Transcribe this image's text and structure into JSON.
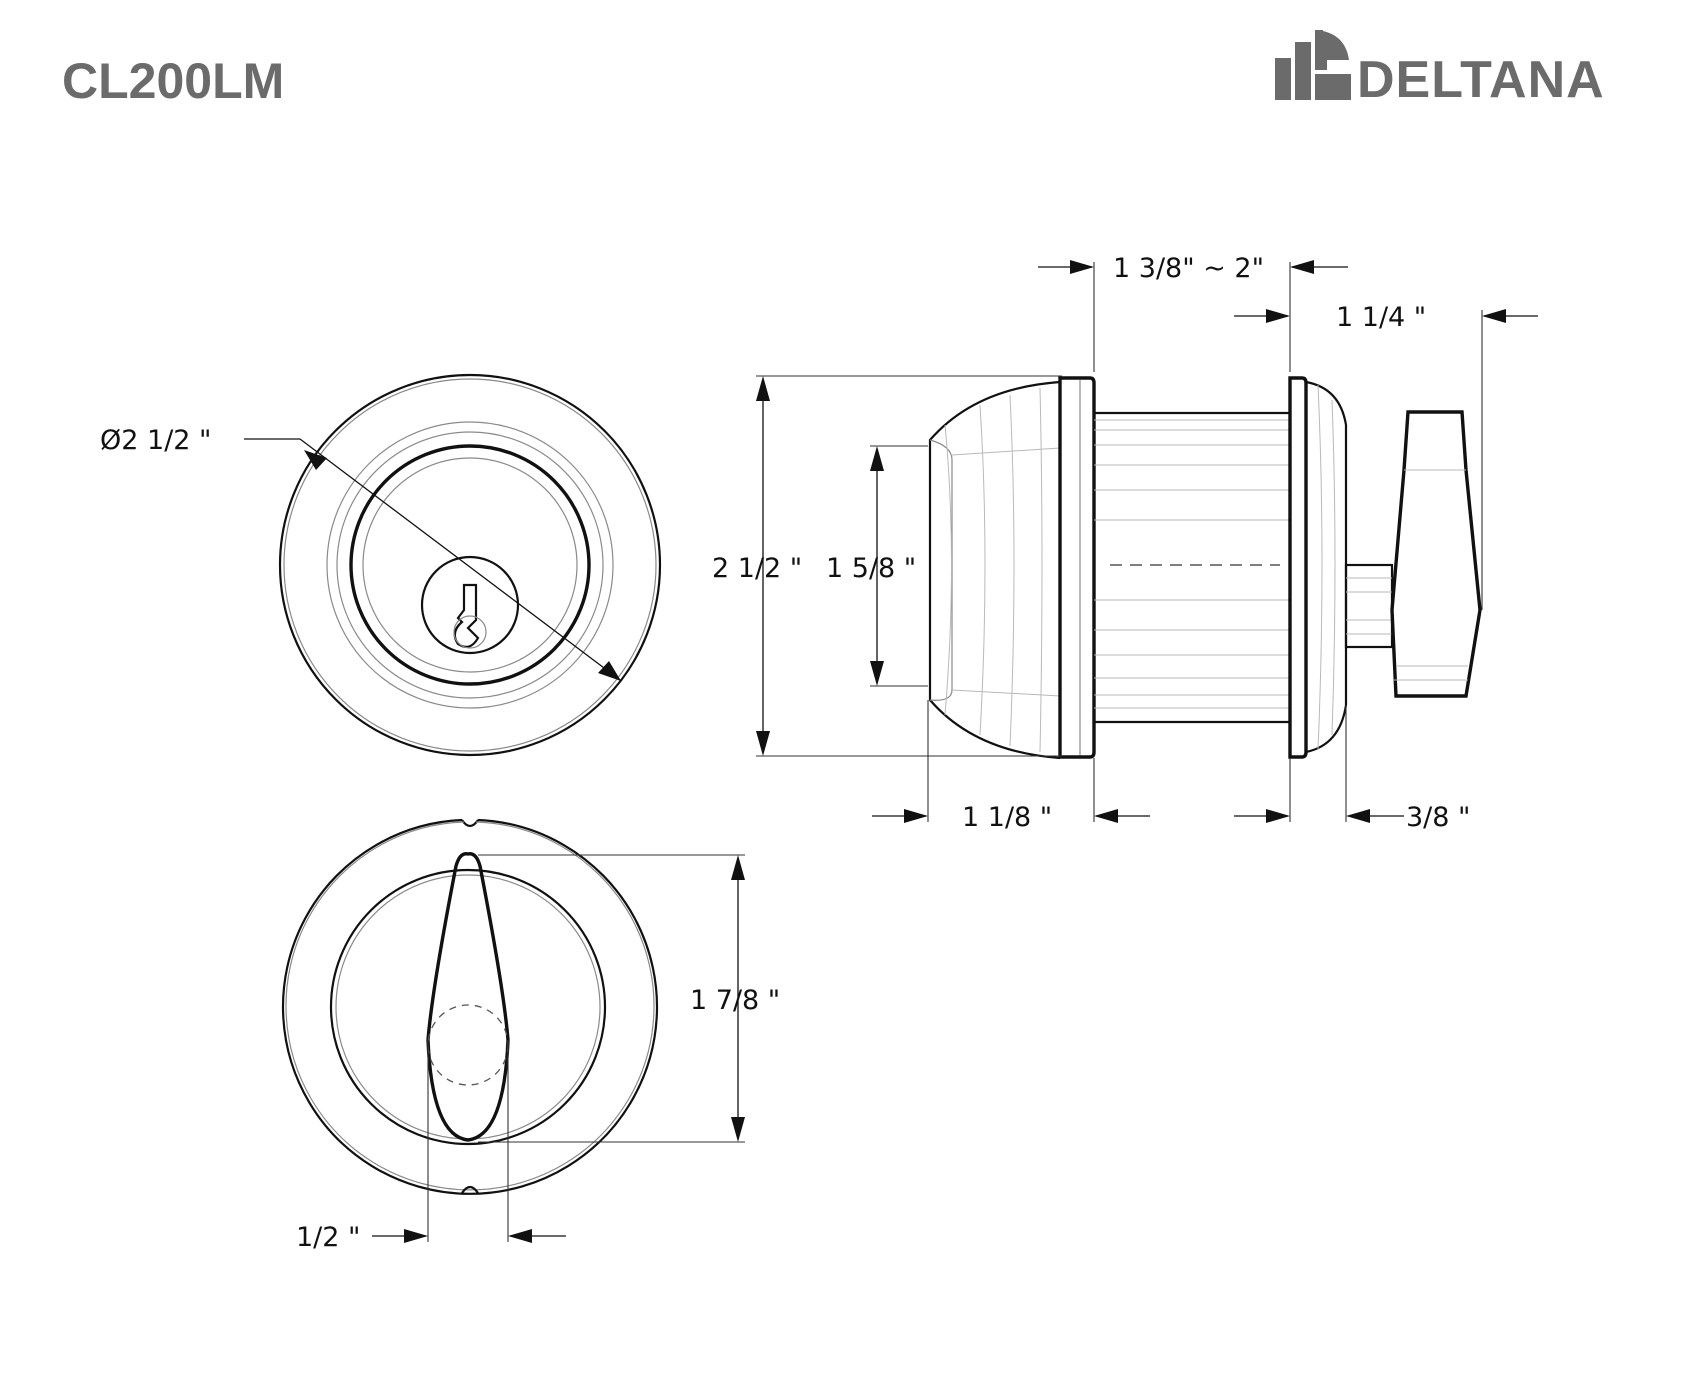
{
  "header": {
    "model": "CL200LM",
    "brand": "DELTANA"
  },
  "colors": {
    "header_gray": "#6b6b6b",
    "line": "#111111"
  },
  "icons": {
    "brand_logo": "deltana-logo-icon"
  },
  "dimensions": {
    "front_diameter": "Ø2 1/2 \"",
    "overall_height": "2 1/2 \"",
    "cylinder_height": "1 5/8 \"",
    "body_length": "1 3/8\" ~ 2\"",
    "turn_depth": "1 1/4 \"",
    "front_depth": "1 1/8 \"",
    "spindle_depth": "3/8 \"",
    "thumbturn_height": "1 7/8 \"",
    "thumbturn_width": "1/2 \""
  }
}
